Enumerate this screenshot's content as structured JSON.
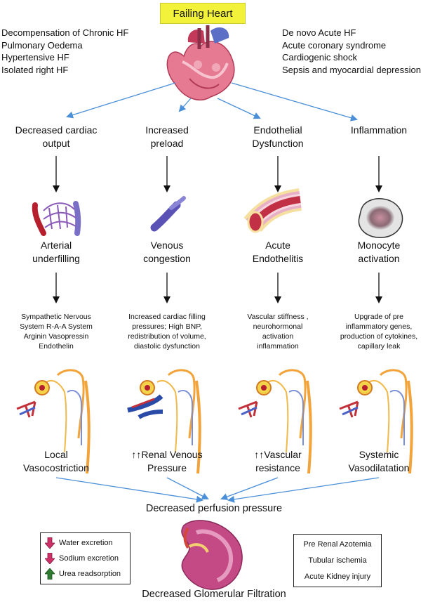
{
  "title": "Failing Heart",
  "left_causes": [
    "Decompensation of  Chronic HF",
    "Pulmonary Oedema",
    "Hypertensive HF",
    "Isolated right HF"
  ],
  "right_causes": [
    "De novo Acute HF",
    "Acute coronary syndrome",
    "Cardiogenic shock",
    "Sepsis and myocardial depression"
  ],
  "columns": [
    {
      "head": [
        "Decreased cardiac",
        "output"
      ],
      "image_icon": "arterial-capillary-icon",
      "label": [
        "Arterial",
        "underfilling"
      ],
      "desc": [
        "Sympathetic Nervous",
        "System R-A-A System",
        "Arginin Vasopressin",
        "Endothelin"
      ],
      "kidney_icon": "nephron-icon",
      "bottom": [
        "Local",
        "Vasocostriction"
      ]
    },
    {
      "head": [
        "Increased",
        "preload"
      ],
      "image_icon": "vein-icon",
      "label": [
        "Venous",
        "congestion"
      ],
      "desc": [
        "Increased cardiac filling",
        "pressures;  High BNP,",
        "redistribution of volume,",
        "diastolic dysfunction"
      ],
      "kidney_icon": "nephron-icon",
      "bottom": [
        "↑↑Renal   Venous",
        "Pressure"
      ]
    },
    {
      "head": [
        "Endothelial",
        "Dysfunction"
      ],
      "image_icon": "vessel-wall-icon",
      "label": [
        "Acute",
        "Endothelitis"
      ],
      "desc": [
        "Vascular stiffness ,",
        "neurohormonal",
        "activation",
        "inflammation"
      ],
      "kidney_icon": "nephron-icon",
      "bottom": [
        "↑↑Vascular",
        "resistance"
      ]
    },
    {
      "head": [
        "Inflammation"
      ],
      "image_icon": "monocyte-icon",
      "label": [
        "Monocyte",
        "activation"
      ],
      "desc": [
        "Upgrade of pre",
        "inflammatory genes,",
        "production of cytokines,",
        "capillary leak"
      ],
      "kidney_icon": "nephron-icon",
      "bottom": [
        "Systemic",
        "Vasodilatation"
      ]
    }
  ],
  "converge_label": "Decreased perfusion pressure",
  "legend": [
    {
      "label": "Water excretion",
      "icon": "down-arrow-icon",
      "color": "#d0306a"
    },
    {
      "label": "Sodium excretion",
      "icon": "down-arrow-icon",
      "color": "#d0306a"
    },
    {
      "label": "Urea readsorption",
      "icon": "up-arrow-icon",
      "color": "#2e7d32"
    }
  ],
  "outcomes": [
    "Pre Renal Azotemia",
    "Tubular ischemia",
    "Acute Kidney injury"
  ],
  "final_label": "Decreased Glomerular Filtration",
  "colors": {
    "title_bg": "#f2f23a",
    "arrow_blue": "#4a8fd8",
    "arrow_black": "#111111"
  }
}
